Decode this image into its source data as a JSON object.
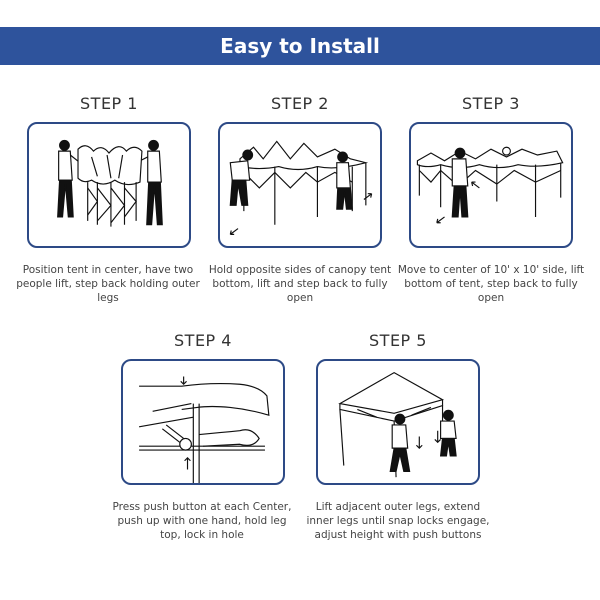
{
  "header": {
    "title": "Easy to Install",
    "background_color": "#2e539c"
  },
  "card_border_color": "#2d4a86",
  "steps": [
    {
      "title": "STEP 1",
      "caption": "Position tent in center, have two people lift, step back holding outer legs",
      "illustration": "two-people-lifting-folded-tent"
    },
    {
      "title": "STEP 2",
      "caption": "Hold opposite sides of canopy tent bottom, lift and step back to fully open",
      "illustration": "two-people-expanding-tent-frame"
    },
    {
      "title": "STEP 3",
      "caption": "Move to center of 10' x 10' side, lift bottom of tent, step back to fully open",
      "illustration": "person-lifting-side-of-tent"
    },
    {
      "title": "STEP 4",
      "caption": "Press push button at each Center, push up with one hand, hold leg top, lock in hole",
      "illustration": "hand-pressing-push-button-on-frame"
    },
    {
      "title": "STEP 5",
      "caption": "Lift adjacent outer legs, extend inner legs until snap locks engage, adjust height with push buttons",
      "illustration": "two-people-raising-tent-legs"
    }
  ]
}
